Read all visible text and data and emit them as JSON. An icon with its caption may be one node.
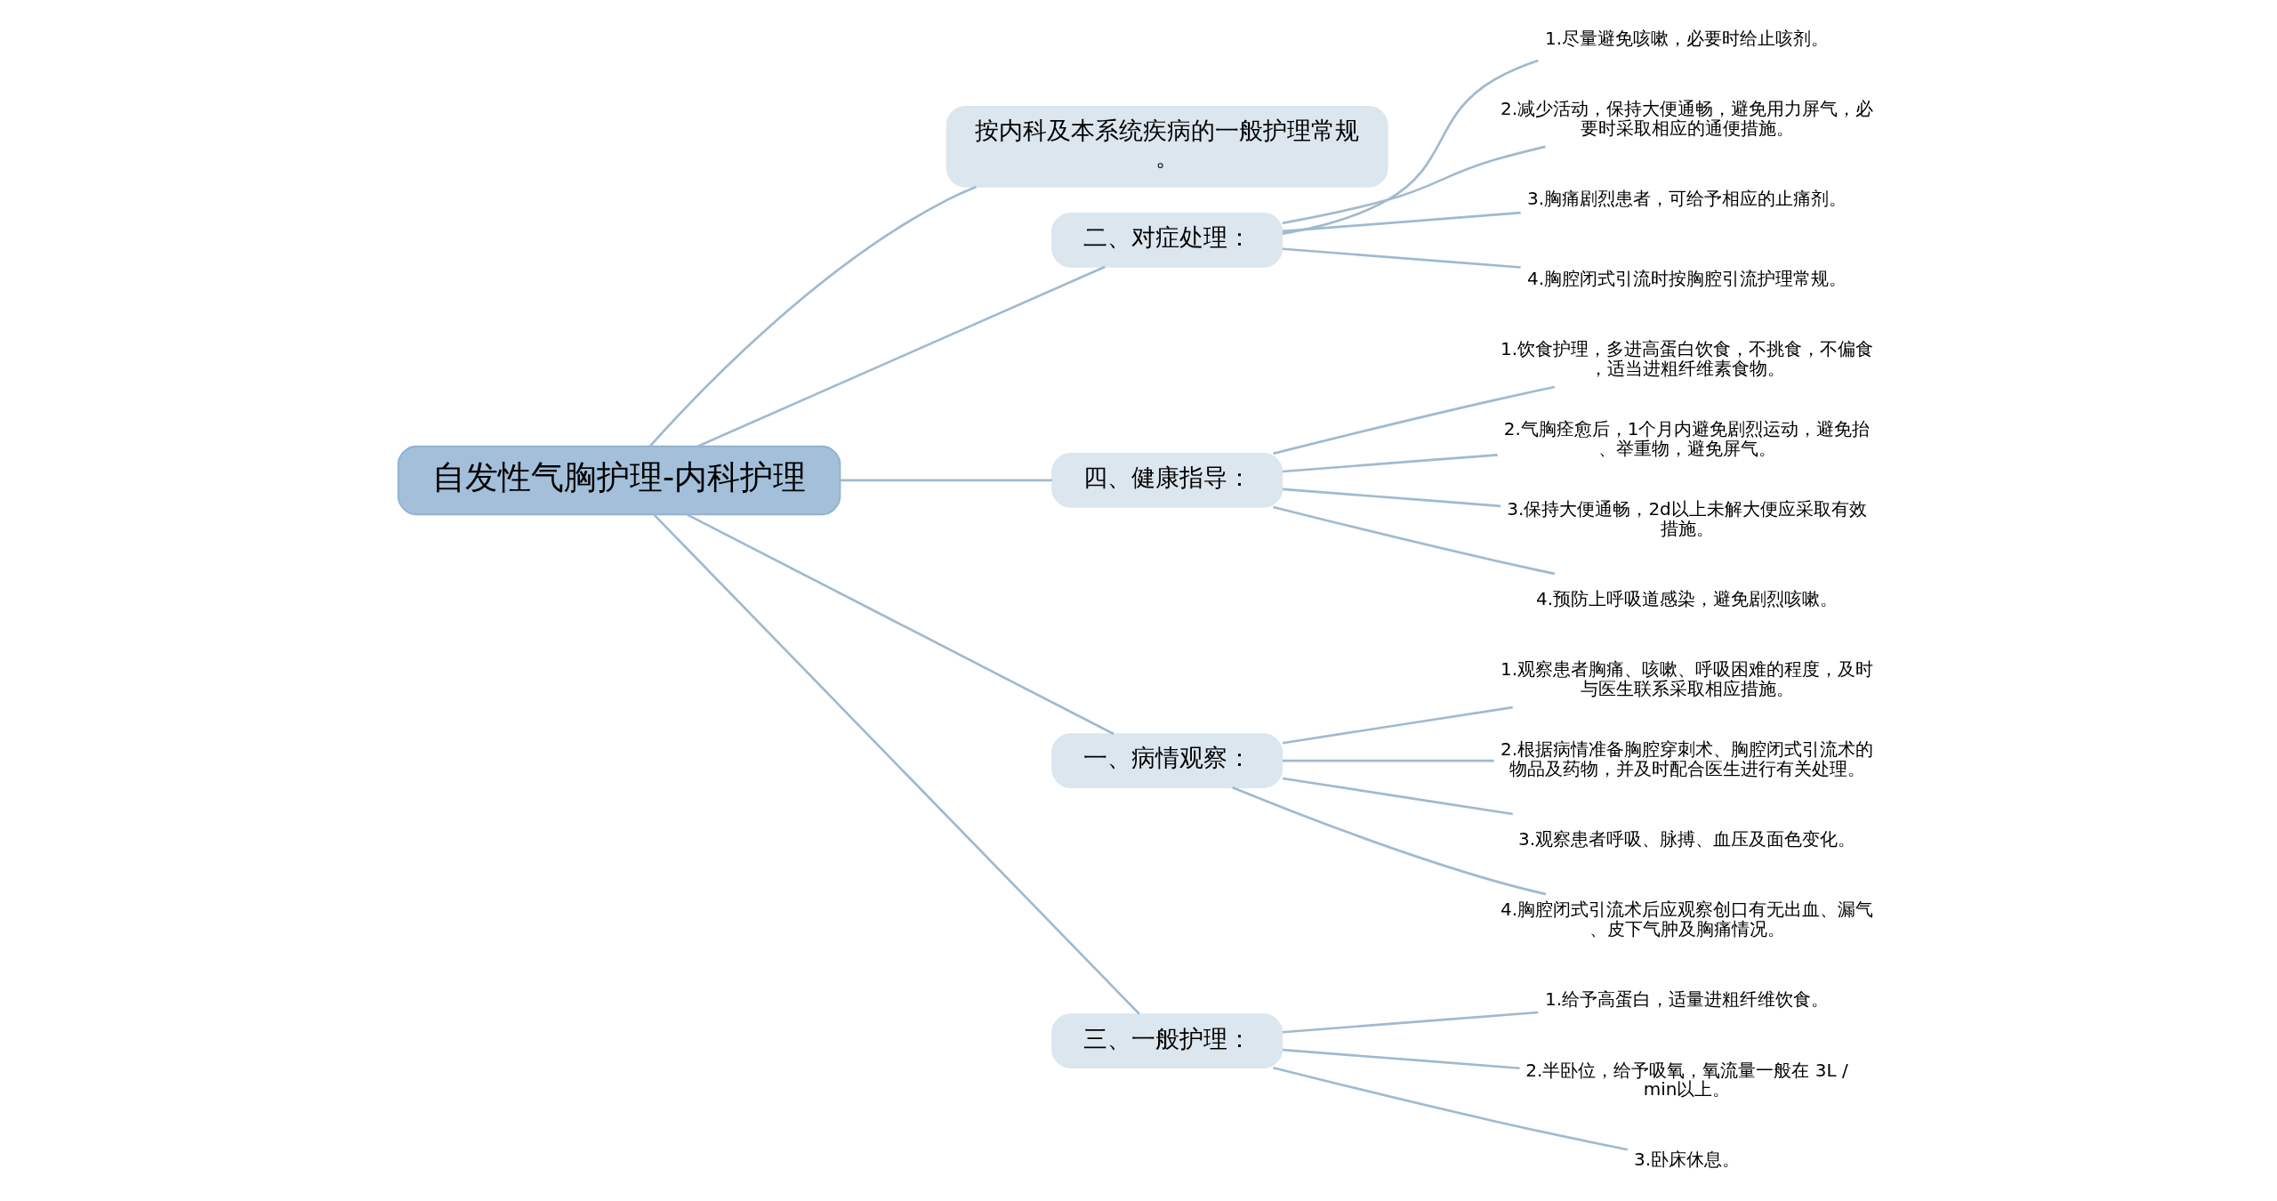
{
  "diagram": {
    "nodes": [
      {
        "text": [
          "自发性气胸护理-内科护理"
        ]
      },
      {
        "text": [
          "按内科及本系统疾病的一般护理常规。"
        ]
      },
      {
        "text": [
          "二、对症处理："
        ]
      },
      {
        "text": [
          "1.尽量避免咳嗽，必要时给止咳剂。"
        ]
      },
      {
        "text": [
          "2.减少活动，保持大便通畅，避免用力屏气，必要时采取相应的通便措施。"
        ]
      },
      {
        "text": [
          "3.胸痛剧烈患者，可给予相应的止痛剂。"
        ]
      },
      {
        "text": [
          "4.胸腔闭式引流时按胸腔引流护理常规。"
        ]
      },
      {
        "text": [
          "四、健康指导："
        ]
      },
      {
        "text": [
          "1.饮食护理，多进高蛋白饮食，不挑食，不偏食，适当进粗纤维素食物。"
        ]
      },
      {
        "text": [
          "2.气胸痊愈后，1个月内避免剧烈运动，避免抬、举重物，避免屏气。"
        ]
      },
      {
        "text": [
          "3.保持大便通畅，2d以上未解大便应采取有效措施。"
        ]
      },
      {
        "text": [
          "4.预防上呼吸道感染，避免剧烈咳嗽。"
        ]
      },
      {
        "text": [
          "一、病情观察："
        ]
      },
      {
        "text": [
          "1.观察患者胸痛、咳嗽、呼吸困难的程度，及时与医生联系采取相应措施。"
        ]
      },
      {
        "text": [
          "2.根据病情准备胸腔穿刺术、胸腔闭式引流术的物品及药物，并及时配合医生进行有关处理。"
        ]
      },
      {
        "text": [
          "3.观察患者呼吸、脉搏、血压及面色变化。"
        ]
      },
      {
        "text": [
          "4.胸腔闭式引流术后应观察创口有无出血、漏气、皮下气肿及胸痛情况。"
        ]
      },
      {
        "text": [
          "三、一般护理："
        ]
      },
      {
        "text": [
          "1.给予高蛋白，适量进粗纤维饮食。"
        ]
      },
      {
        "text": [
          "2.半卧位，给予吸氧，氧流量一般在 3L / min以上。"
        ]
      },
      {
        "text": [
          "3.卧床休息。"
        ]
      }
    ],
    "edges": [
      {
        "from": 0,
        "to": 1,
        "arrow": "none"
      },
      {
        "from": 0,
        "to": 2,
        "arrow": "none"
      },
      {
        "from": 2,
        "to": 3,
        "arrow": "none"
      },
      {
        "from": 2,
        "to": 4,
        "arrow": "none"
      },
      {
        "from": 2,
        "to": 5,
        "arrow": "none"
      },
      {
        "from": 2,
        "to": 6,
        "arrow": "none"
      },
      {
        "from": 0,
        "to": 7,
        "arrow": "none"
      },
      {
        "from": 7,
        "to": 8,
        "arrow": "none"
      },
      {
        "from": 7,
        "to": 9,
        "arrow": "none"
      },
      {
        "from": 7,
        "to": 10,
        "arrow": "none"
      },
      {
        "from": 7,
        "to": 11,
        "arrow": "none"
      },
      {
        "from": 0,
        "to": 12,
        "arrow": "none"
      },
      {
        "from": 12,
        "to": 13,
        "arrow": "none"
      },
      {
        "from": 12,
        "to": 14,
        "arrow": "none"
      },
      {
        "from": 12,
        "to": 15,
        "arrow": "none"
      },
      {
        "from": 12,
        "to": 16,
        "arrow": "none"
      },
      {
        "from": 0,
        "to": 17,
        "arrow": "none"
      },
      {
        "from": 17,
        "to": 18,
        "arrow": "none"
      },
      {
        "from": 17,
        "to": 19,
        "arrow": "none"
      },
      {
        "from": 17,
        "to": 20,
        "arrow": "none"
      }
    ]
  }
}
